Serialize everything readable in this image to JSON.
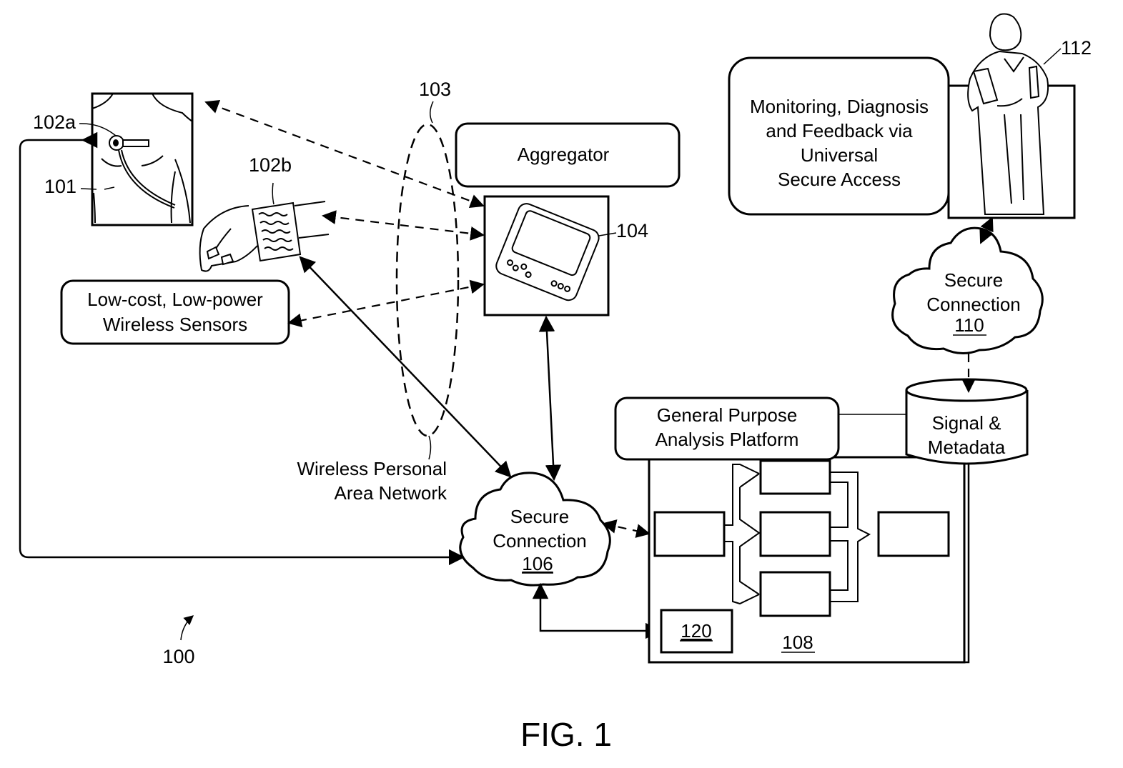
{
  "figure": {
    "caption": "FIG. 1",
    "system_ref": "100"
  },
  "patient": {
    "body_ref": "101",
    "sensor_a_ref": "102a",
    "sensor_b_ref": "102b",
    "sensors_label_line1": "Low-cost, Low-power",
    "sensors_label_line2": "Wireless Sensors"
  },
  "wpan": {
    "ref": "103",
    "label_line1": "Wireless Personal",
    "label_line2": "Area Network"
  },
  "aggregator": {
    "label": "Aggregator",
    "device_ref": "104"
  },
  "secure_connection_106": {
    "line1": "Secure",
    "line2": "Connection",
    "ref": "106"
  },
  "platform": {
    "title_line1": "General Purpose",
    "title_line2": "Analysis Platform",
    "ref": "108",
    "sub_ref": "120"
  },
  "database": {
    "line1": "Signal &",
    "line2": "Metadata"
  },
  "secure_connection_110": {
    "line1": "Secure",
    "line2": "Connection",
    "ref": "110"
  },
  "monitoring": {
    "line1": "Monitoring, Diagnosis",
    "line2": "and Feedback via",
    "line3": "Universal",
    "line4": "Secure Access",
    "clinician_ref": "112"
  }
}
